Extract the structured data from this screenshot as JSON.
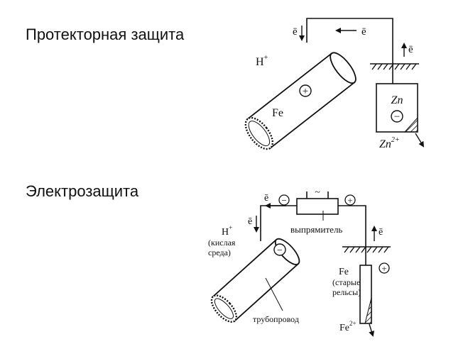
{
  "titles": {
    "protector": "Протекторная защита",
    "electro": "Электрозащита"
  },
  "protector_diagram": {
    "electron_down": "ē",
    "electron_arrow": "ē",
    "electron_up": "ē",
    "hydrogen": "H",
    "hydrogen_charge": "+",
    "plus_sign": "+",
    "iron": "Fe",
    "zinc": "Zn",
    "minus_sign": "−",
    "zinc_ion": "Zn",
    "zinc_ion_charge": "2+"
  },
  "electro_diagram": {
    "electron_top": "ē",
    "minus_left": "−",
    "ac_symbol": "~",
    "plus_right": "+",
    "electron_down": "ē",
    "hydrogen": "H",
    "hydrogen_charge": "+",
    "acid_line1": "(кислая",
    "acid_line2": "среда)",
    "rectifier": "выпрямитель",
    "electron_up": "ē",
    "pipe_minus": "−",
    "iron": "Fe",
    "old_rails_line1": "(старые",
    "old_rails_line2": "рельсы)",
    "rail_plus": "+",
    "pipeline": "трубопровод",
    "iron_ion": "Fe",
    "iron_ion_charge": "2+"
  }
}
